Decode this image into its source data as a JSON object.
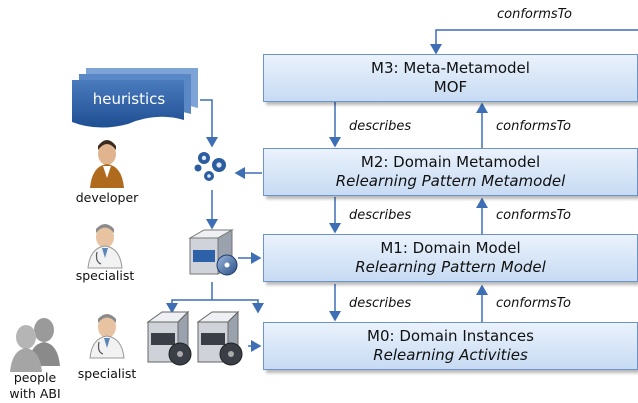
{
  "boxes": {
    "m3": {
      "line1": "M3: Meta-Metamodel",
      "line2": "MOF"
    },
    "m2": {
      "line1": "M2: Domain Metamodel",
      "line2": "Relearning Pattern Metamodel"
    },
    "m1": {
      "line1": "M1: Domain Model",
      "line2": "Relearning Pattern Model"
    },
    "m0": {
      "line1": "M0: Domain Instances",
      "line2": "Relearning Activities"
    }
  },
  "edges": {
    "top_conforms": "conformsTo",
    "describes_3_2": "describes",
    "conforms_2_3": "conformsTo",
    "describes_2_1": "describes",
    "conforms_1_2": "conformsTo",
    "describes_1_0": "describes",
    "conforms_0_1": "conformsTo"
  },
  "document": {
    "label": "heuristics"
  },
  "people": {
    "developer": "developer",
    "specialist_m1": "specialist",
    "specialist_m0": "specialist",
    "people_abi_line1": "people",
    "people_abi_line2": "with ABI"
  }
}
